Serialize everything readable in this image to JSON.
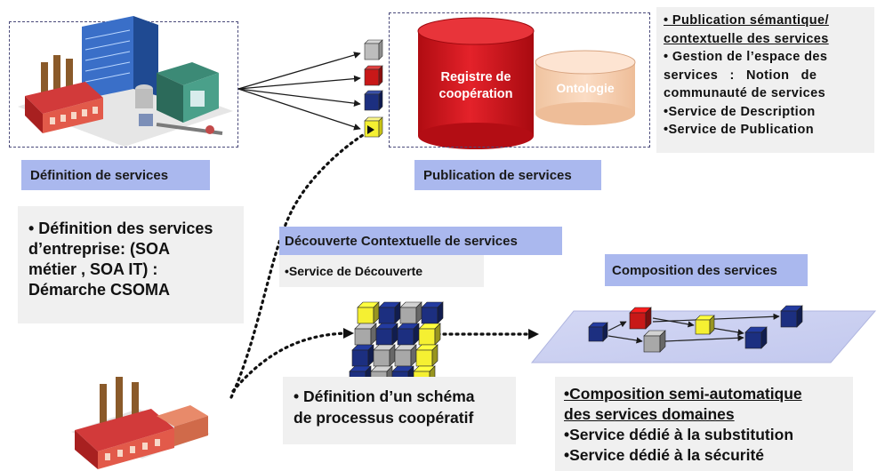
{
  "labels": {
    "definition_services": "Définition de services",
    "publication_services": "Publication de services",
    "decouverte_title": "Découverte Contextuelle de services",
    "decouverte_item": "•Service de Découverte",
    "composition_title": "Composition des services"
  },
  "registry": {
    "line1": "Registre de",
    "line2": "coopération",
    "ontology": "Ontologie"
  },
  "publication_panel": {
    "lines": [
      "• Publication sémantique/",
      "contextuelle des services",
      "• Gestion de l’espace des",
      "services   :   Notion   de",
      "communauté de services",
      "•Service de Description",
      "•Service de Publication"
    ]
  },
  "definition_panel": {
    "lines": [
      "• Définition des services",
      "d’entreprise: (SOA",
      "métier , SOA IT) :",
      "Démarche CSOMA"
    ]
  },
  "schema_panel": {
    "lines": [
      "• Définition d’un schéma",
      "de processus coopératif"
    ]
  },
  "composition_panel": {
    "lines": [
      "•Composition semi-automatique",
      "des services domaines",
      "•Service dédié à la substitution",
      "•Service dédié à la sécurité"
    ]
  },
  "colors": {
    "label_blue": "#aab8ee",
    "panel_grey": "#f0f0f0",
    "registry_red": "#d8141c",
    "ontology_peach": "#f6cfb0",
    "cube_navy": "#1c2f80",
    "cube_grey": "#a8a8a8",
    "cube_yellow": "#f5f032",
    "cube_red": "#c81818"
  }
}
